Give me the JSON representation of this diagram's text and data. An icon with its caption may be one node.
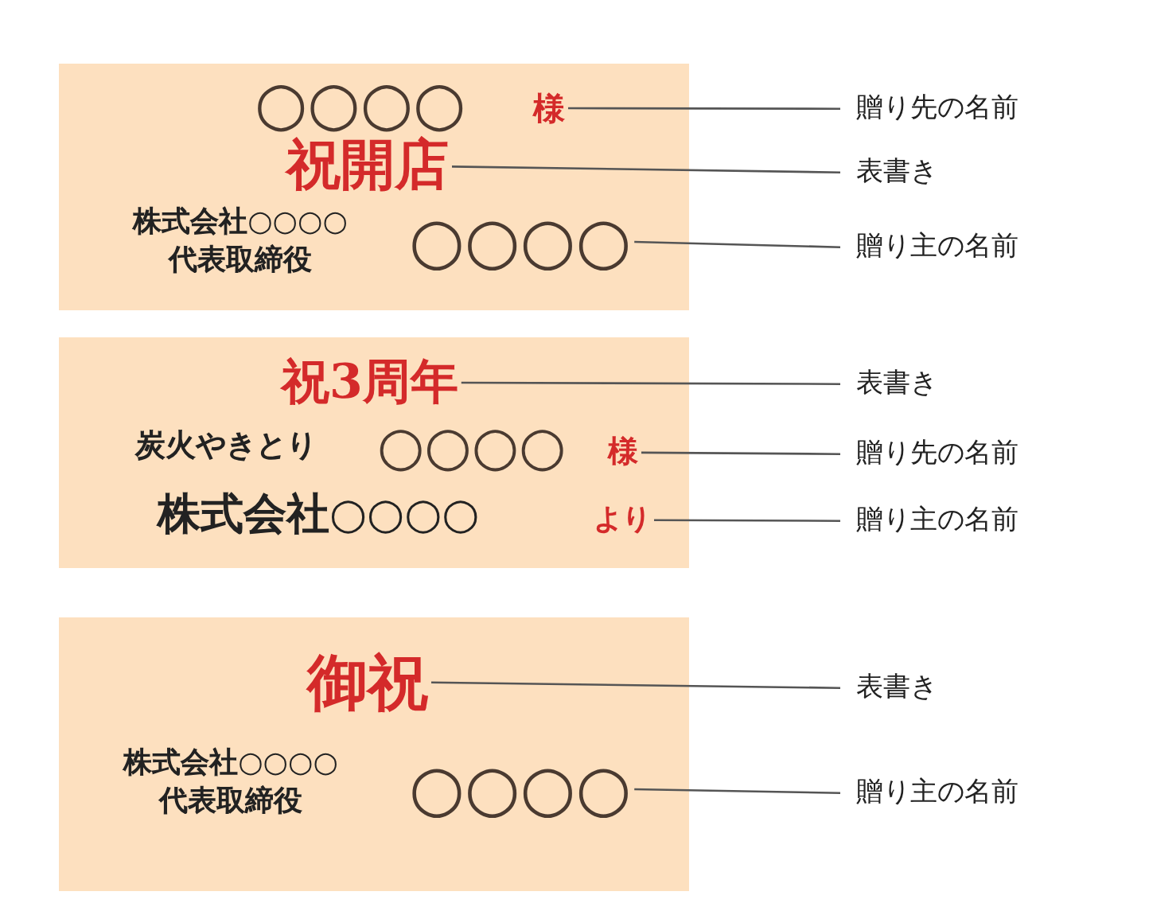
{
  "diagram": {
    "nodes": [
      {
        "text": [],
        "shape": "box"
      },
      {
        "text": [
          "○○○○"
        ],
        "in": 0
      },
      {
        "text": [
          "様"
        ],
        "in": 0
      },
      {
        "text": [
          "祝開店"
        ],
        "in": 0
      },
      {
        "text": [
          "株式会社○○○○ 代表取締役"
        ],
        "in": 0
      },
      {
        "text": [
          "○○○○"
        ],
        "in": 0
      },
      {
        "text": [
          "贈り先の名前"
        ]
      },
      {
        "text": [
          "表書き"
        ]
      },
      {
        "text": [
          "贈り主の名前"
        ]
      },
      {
        "text": [],
        "shape": "box"
      },
      {
        "text": [
          "祝3周年"
        ],
        "in": 9
      },
      {
        "text": [
          "炭火やきとり"
        ],
        "in": 9
      },
      {
        "text": [
          "○○○○"
        ],
        "in": 9
      },
      {
        "text": [
          "様"
        ],
        "in": 9
      },
      {
        "text": [
          "株式会社○○○○"
        ],
        "in": 9
      },
      {
        "text": [
          "より"
        ],
        "in": 9
      },
      {
        "text": [
          "表書き"
        ]
      },
      {
        "text": [
          "贈り先の名前"
        ]
      },
      {
        "text": [
          "贈り主の名前"
        ]
      },
      {
        "text": [],
        "shape": "box"
      },
      {
        "text": [
          "御祝"
        ],
        "in": 19
      },
      {
        "text": [
          "株式会社○○○○ 代表取締役"
        ],
        "in": 19
      },
      {
        "text": [
          "○○○○"
        ],
        "in": 19
      },
      {
        "text": [
          "表書き"
        ]
      },
      {
        "text": [
          "贈り主の名前"
        ]
      }
    ],
    "edges": [
      {
        "from": 2,
        "to": 6,
        "arrow": "none"
      },
      {
        "from": 3,
        "to": 7,
        "arrow": "none"
      },
      {
        "from": 5,
        "to": 8,
        "arrow": "none"
      },
      {
        "from": 10,
        "to": 16,
        "arrow": "none"
      },
      {
        "from": 13,
        "to": 17,
        "arrow": "none"
      },
      {
        "from": 15,
        "to": 18,
        "arrow": "none"
      },
      {
        "from": 20,
        "to": 23,
        "arrow": "none"
      },
      {
        "from": 22,
        "to": 24,
        "arrow": "none"
      }
    ]
  }
}
